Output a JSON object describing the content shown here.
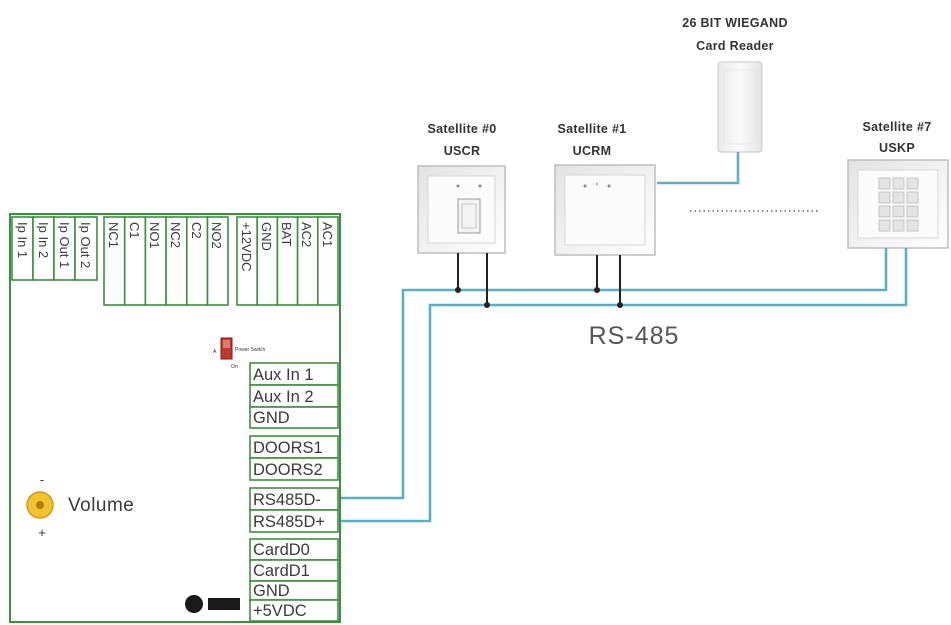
{
  "card_reader": {
    "title_line1": "26 BIT WIEGAND",
    "title_line2": "Card Reader"
  },
  "satellites": [
    {
      "name": "Satellite #0",
      "model": "USCR"
    },
    {
      "name": "Satellite #1",
      "model": "UCRM"
    },
    {
      "name": "Satellite #7",
      "model": "USKP"
    }
  ],
  "bus": {
    "label": "RS-485"
  },
  "controller": {
    "top_terminals": {
      "group1": [
        "Ip In 1",
        "Ip In 2",
        "Ip Out 1",
        "Ip Out 2"
      ],
      "group2": [
        "NC1",
        "C1",
        "NO1",
        "NC2",
        "C2",
        "NO2"
      ],
      "group3": [
        "+12VDC",
        "GND",
        "BAT",
        "AC2",
        "AC1"
      ]
    },
    "power_switch": {
      "label": "Power Switch",
      "on": "On",
      "off": "A"
    },
    "aux_terminals": [
      "Aux In 1",
      "Aux In 2",
      "GND"
    ],
    "door_terminals": [
      "DOORS1",
      "DOORS2"
    ],
    "rs485_terminals": [
      "RS485D-",
      "RS485D+"
    ],
    "card_terminals": [
      "CardD0",
      "CardD1",
      "GND",
      "+5VDC"
    ],
    "volume": {
      "label": "Volume",
      "minus": "-",
      "plus": "+"
    }
  },
  "colors": {
    "bus_wire": "#5aafc2",
    "board_outline": "#3e8e3e",
    "signal_wire": "#222222",
    "power_switch": "#c0392b",
    "volume_knob": "#f2c12e"
  }
}
